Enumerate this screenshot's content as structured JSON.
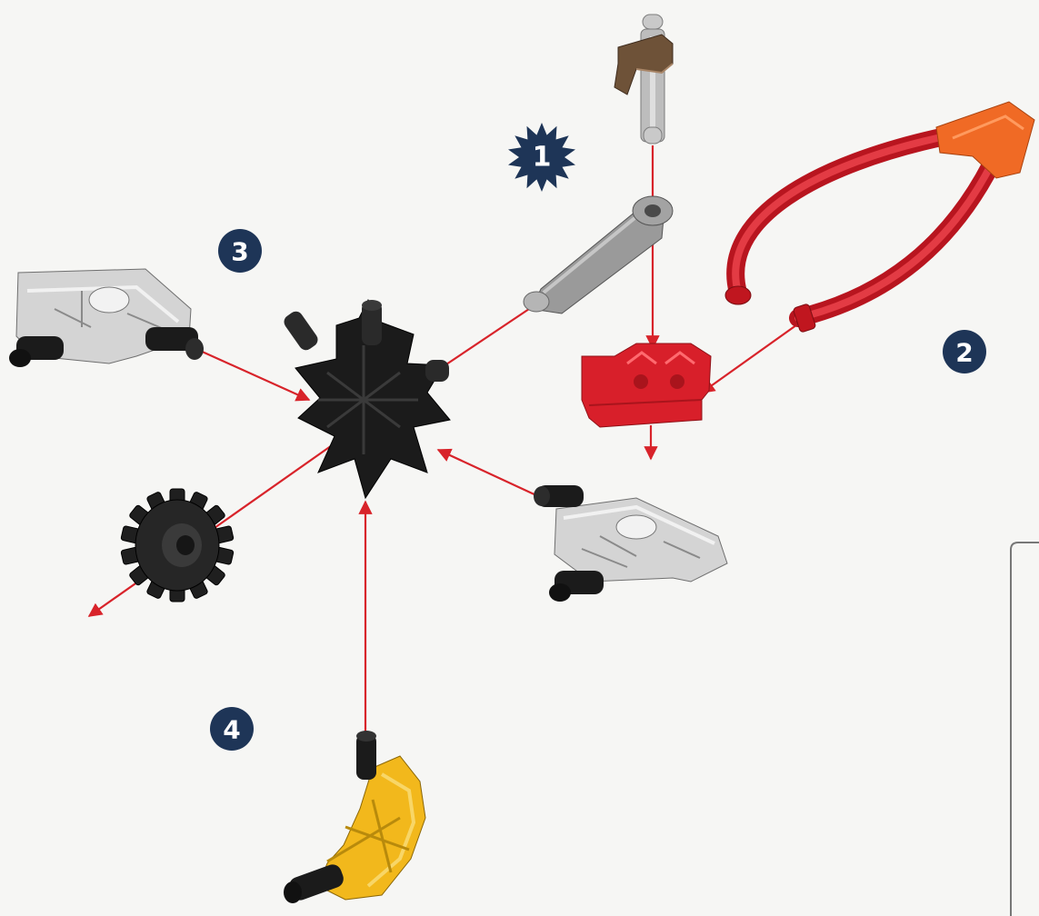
{
  "steps": [
    {
      "number": "1",
      "shape": "starburst"
    },
    {
      "number": "2",
      "shape": "circle"
    },
    {
      "number": "3",
      "shape": "circle"
    },
    {
      "number": "4",
      "shape": "circle"
    }
  ],
  "colors": {
    "background": "#f6f6f4",
    "arrow": "#d8232a",
    "badge": "#1e3557",
    "black_part": "#1b1b1b",
    "grey_part": "#9a9a9a",
    "silver_part": "#d4d4d4",
    "red_part": "#d81f2a",
    "orange_part": "#f06a25",
    "yellow_part": "#f2b81c",
    "brown_part": "#6e5238"
  },
  "parts": [
    {
      "name": "black-hub-connector",
      "color": "black"
    },
    {
      "name": "grey-rod-connector",
      "color": "grey"
    },
    {
      "name": "brown-clip-rod",
      "color": "brown"
    },
    {
      "name": "red-connector",
      "color": "red"
    },
    {
      "name": "red-flexible-rod",
      "color": "red"
    },
    {
      "name": "orange-connector",
      "color": "orange"
    },
    {
      "name": "silver-half-connector-left",
      "color": "silver"
    },
    {
      "name": "silver-half-connector-right",
      "color": "silver"
    },
    {
      "name": "black-gear",
      "color": "black"
    },
    {
      "name": "yellow-connector",
      "color": "yellow"
    }
  ]
}
